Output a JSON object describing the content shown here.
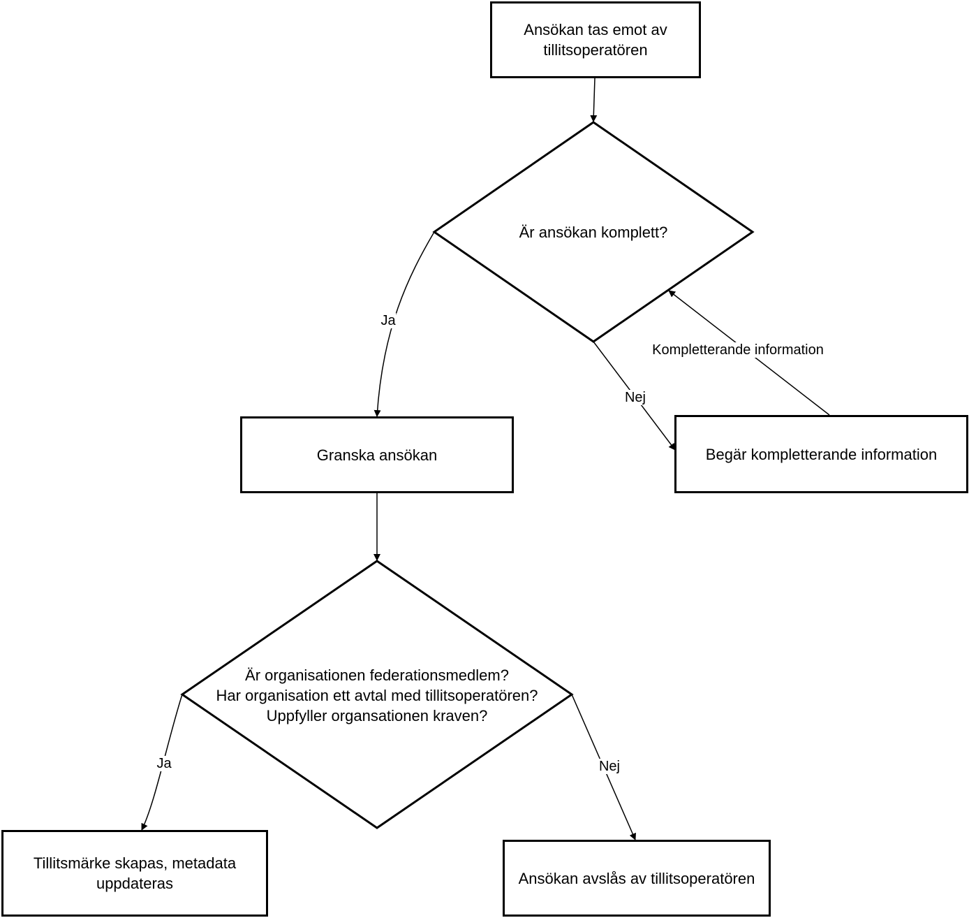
{
  "nodes": {
    "start": "Ansökan tas emot av tillitsoperatören",
    "decision1": "Är ansökan komplett?",
    "review": "Granska ansökan",
    "request_info": "Begär kompletterande information",
    "decision2": "Är organisationen federationsmedlem?\nHar organisation ett avtal med tillitsoperatören?\nUppfyller organsationen kraven?",
    "trustmark": "Tillitsmärke skapas, metadata uppdateras",
    "rejected": "Ansökan avslås av tillitsoperatören"
  },
  "edges": {
    "d1_yes": "Ja",
    "d1_no": "Nej",
    "supplementary": "Kompletterande information",
    "d2_yes": "Ja",
    "d2_no": "Nej"
  }
}
